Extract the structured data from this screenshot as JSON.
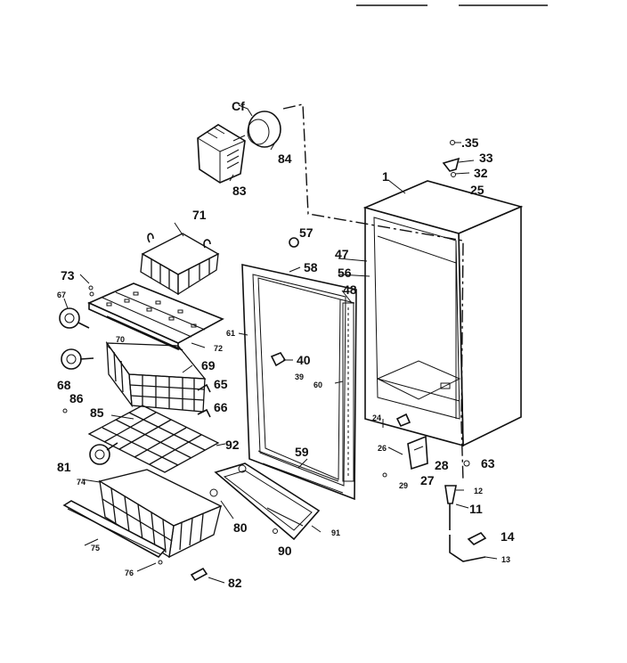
{
  "diagram": {
    "parts": [
      {
        "id": "cabinet",
        "label": "1"
      },
      {
        "id": "thermostat-assembly",
        "label": "83"
      },
      {
        "id": "thermostat-knob",
        "label": "84"
      },
      {
        "id": "knob-clip",
        "label": "Cf"
      },
      {
        "id": "screw-35",
        "label": ".35"
      },
      {
        "id": "hinge-top-33",
        "label": "33"
      },
      {
        "id": "washer-32",
        "label": "32"
      },
      {
        "id": "bracket-25",
        "label": "25"
      },
      {
        "id": "ice-bucket-71",
        "label": "71"
      },
      {
        "id": "grommet-57",
        "label": "57"
      },
      {
        "id": "door-liner-58",
        "label": "58"
      },
      {
        "id": "gasket-47",
        "label": "47"
      },
      {
        "id": "shelf-56",
        "label": "56"
      },
      {
        "id": "breaker-48",
        "label": "48"
      },
      {
        "id": "clip-73",
        "label": "73"
      },
      {
        "id": "clip-67",
        "label": "67"
      },
      {
        "id": "shelf-70",
        "label": "70"
      },
      {
        "id": "rail-72",
        "label": "72"
      },
      {
        "id": "door-61",
        "label": "61"
      },
      {
        "id": "clip-40",
        "label": "40"
      },
      {
        "id": "screw-39",
        "label": "39"
      },
      {
        "id": "basket-69",
        "label": "69"
      },
      {
        "id": "support-65",
        "label": "65"
      },
      {
        "id": "support-68",
        "label": "68"
      },
      {
        "id": "gasket-60",
        "label": "60"
      },
      {
        "id": "screw-86",
        "label": "86"
      },
      {
        "id": "shelf-85",
        "label": "85"
      },
      {
        "id": "support-66",
        "label": "66"
      },
      {
        "id": "bracket-24",
        "label": "24"
      },
      {
        "id": "hinge-92",
        "label": "92"
      },
      {
        "id": "strip-59",
        "label": "59"
      },
      {
        "id": "hinge-26",
        "label": "26"
      },
      {
        "id": "hinge-28",
        "label": "28"
      },
      {
        "id": "screw-63",
        "label": "63"
      },
      {
        "id": "support-81",
        "label": "81"
      },
      {
        "id": "basket-74",
        "label": "74"
      },
      {
        "id": "screw-29",
        "label": "29"
      },
      {
        "id": "pin-27",
        "label": "27"
      },
      {
        "id": "bushing-12",
        "label": "12"
      },
      {
        "id": "leveler-11",
        "label": "11"
      },
      {
        "id": "screw-80",
        "label": "80"
      },
      {
        "id": "kickplate-91",
        "label": "91"
      },
      {
        "id": "front-75",
        "label": "75"
      },
      {
        "id": "tube-14",
        "label": "14"
      },
      {
        "id": "screw-90",
        "label": "90"
      },
      {
        "id": "hose-13",
        "label": "13"
      },
      {
        "id": "rivet-76",
        "label": "76"
      },
      {
        "id": "clip-82",
        "label": "82"
      }
    ]
  }
}
